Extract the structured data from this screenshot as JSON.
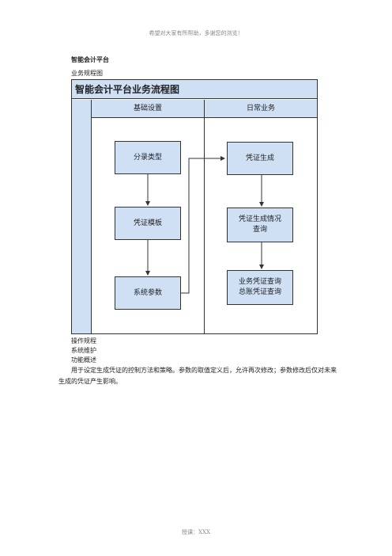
{
  "header_note": "希望对大家有所帮助，多谢您的浏览！",
  "doc_title": "智能会计平台",
  "doc_subtitle": "业务规程图",
  "diagram": {
    "title": "智能会计平台业务流程图",
    "lanes": [
      "基础设置",
      "日常业务"
    ],
    "nodes": {
      "entry_type": "分录类型",
      "voucher_template": "凭证模板",
      "system_params": "系统参数",
      "voucher_generate": "凭证生成",
      "voucher_status_query": "凭证生成情况\n查询",
      "business_voucher_query": "业务凭证查询\n总账凭证查询"
    }
  },
  "lines": [
    "操作规程",
    "系统维护",
    "功能概述"
  ],
  "paragraph": "用于设定生成凭证的控制方法和策略。参数的取值定义后，允许再次修改；参数修改后仅对未来生成的凭证产生影响。",
  "footer_note": "授课：XXX"
}
